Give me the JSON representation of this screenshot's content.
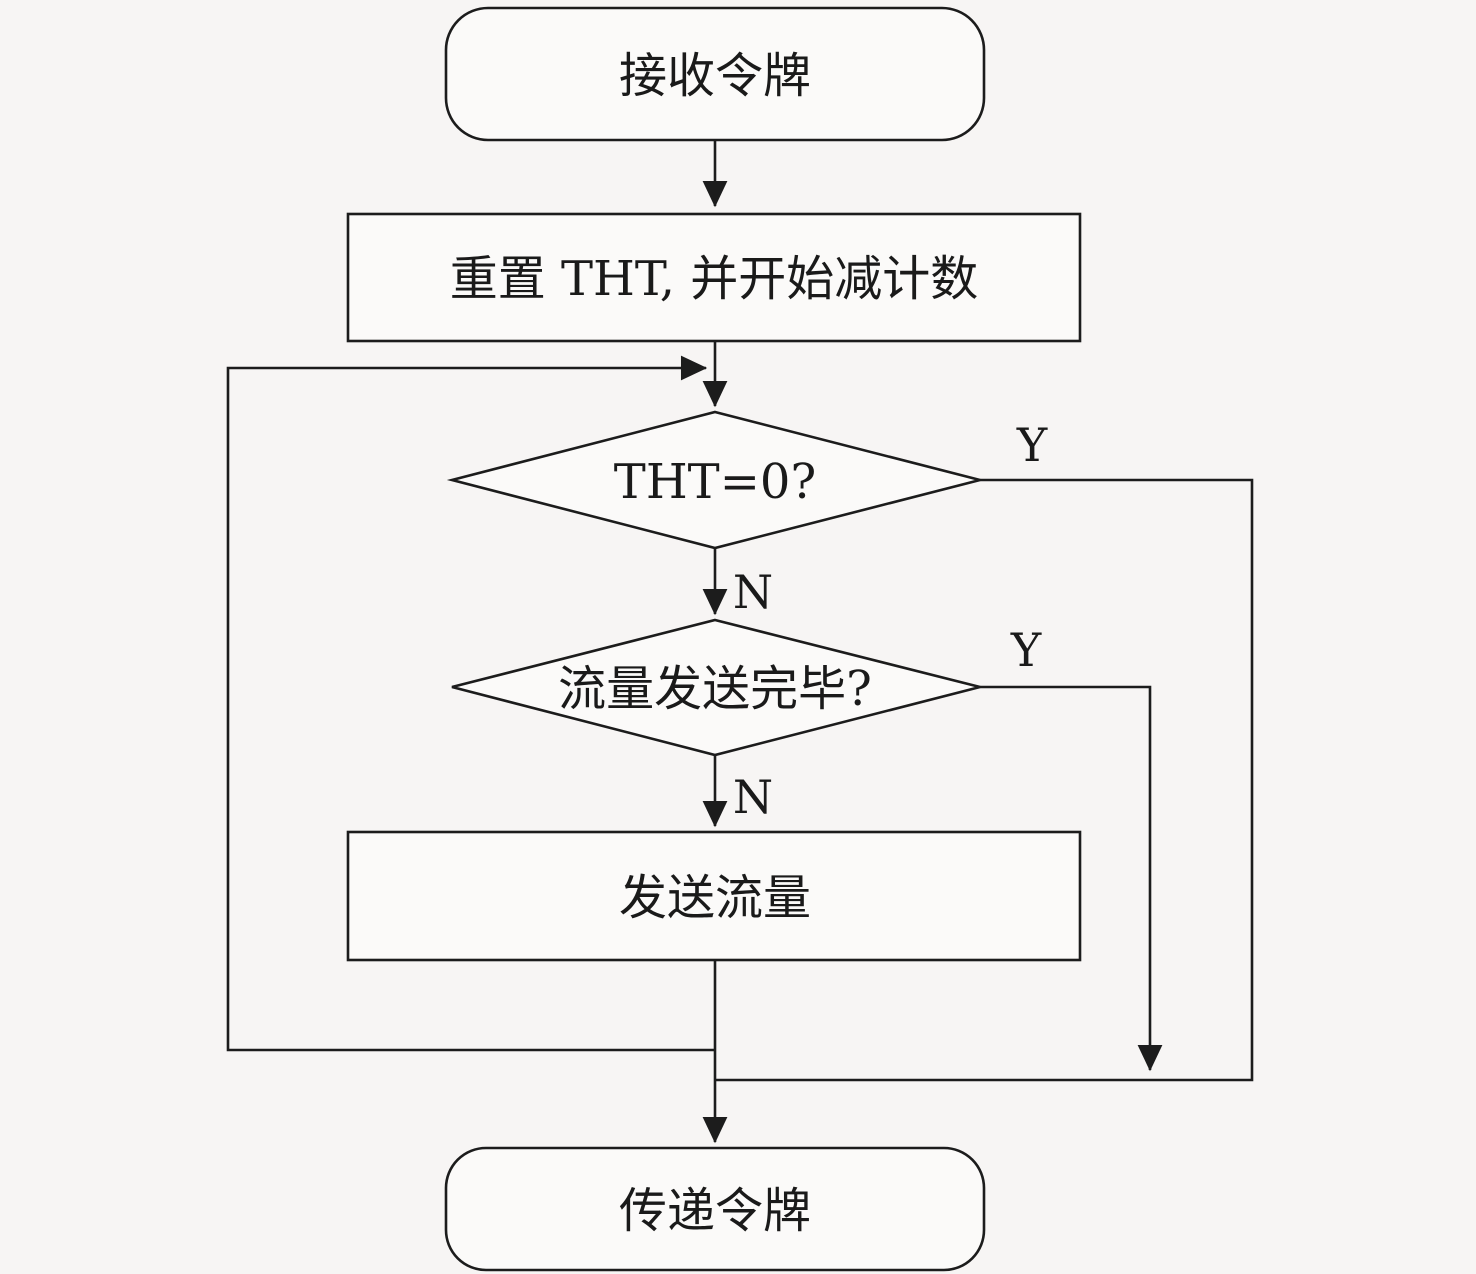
{
  "page": {
    "background_color": "#f7f5f4",
    "shape_fill_color": "#fbfaf9",
    "line_color": "#1c1c1c",
    "text_color": "#1a1a1a"
  },
  "flowchart": {
    "nodes": {
      "start": {
        "type": "terminator",
        "label": "接收令牌"
      },
      "reset_tht": {
        "type": "process",
        "label": "重置 THT, 并开始减计数"
      },
      "tht_zero": {
        "type": "decision",
        "label": "THT=0?"
      },
      "traffic_done": {
        "type": "decision",
        "label": "流量发送完毕?"
      },
      "send_traffic": {
        "type": "process",
        "label": "发送流量"
      },
      "end": {
        "type": "terminator",
        "label": "传递令牌"
      }
    },
    "edge_labels": {
      "tht_zero_yes": "Y",
      "tht_zero_no": "N",
      "traffic_done_yes": "Y",
      "traffic_done_no": "N"
    }
  }
}
